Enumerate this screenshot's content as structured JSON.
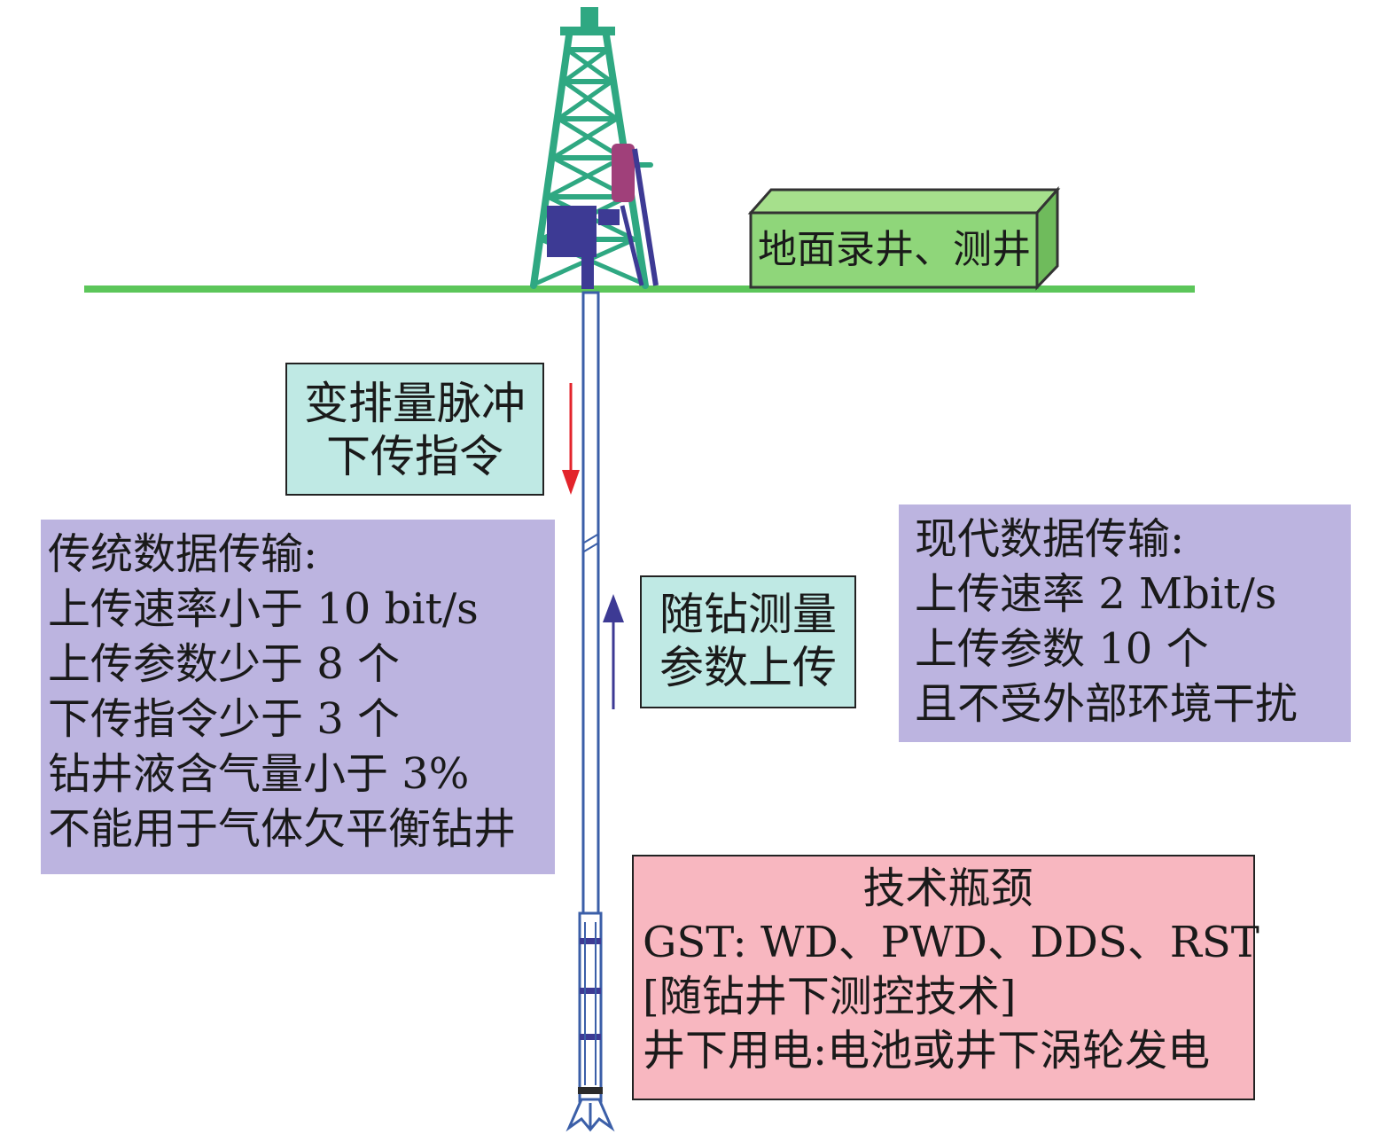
{
  "colors": {
    "ground": "#5cc65a",
    "derrick": "#2fa882",
    "derrick_dark": "#3d3a94",
    "reel": "#a0407a",
    "panel_cyan": "#bfe9e4",
    "panel_purple": "#bcb4e0",
    "panel_pink": "#f8b7c0",
    "surface_unit": "#8fd67a",
    "arrow_down": "#e3242b",
    "arrow_up": "#3d3a94",
    "pipe": "#3b5fa8"
  },
  "surface_unit": {
    "label": "地面录井、测井"
  },
  "downlink": {
    "lines": [
      "变排量脉冲",
      "下传指令"
    ]
  },
  "uplink": {
    "lines": [
      "随钻测量",
      "参数上传"
    ]
  },
  "traditional": {
    "lines": [
      "传统数据传输:",
      "上传速率小于 10 bit/s",
      "上传参数少于 8 个",
      "下传指令少于 3 个",
      "钻井液含气量小于 3%",
      "不能用于气体欠平衡钻井"
    ]
  },
  "modern": {
    "lines": [
      "现代数据传输:",
      "上传速率 2 Mbit/s",
      "上传参数 10 个",
      "且不受外部环境干扰"
    ]
  },
  "bottleneck": {
    "title": "技术瓶颈",
    "lines": [
      "GST: WD、PWD、DDS、RST",
      "[随钻井下测控技术]",
      "井下用电:电池或井下涡轮发电"
    ]
  }
}
